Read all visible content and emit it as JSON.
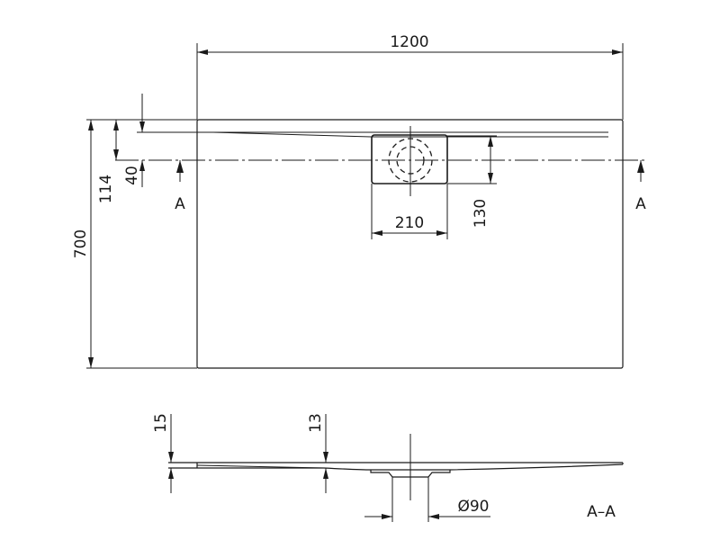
{
  "dimensions": {
    "width": "1200",
    "height": "700",
    "offset_drain_outer": "114",
    "offset_drain_inner": "40",
    "drain_width": "210",
    "drain_height": "130",
    "section_thickness": "15",
    "section_inner_thickness": "13",
    "drain_diameter": "Ø90"
  },
  "labels": {
    "section_marker_left": "A",
    "section_marker_right": "A",
    "section_title": "A–A"
  }
}
